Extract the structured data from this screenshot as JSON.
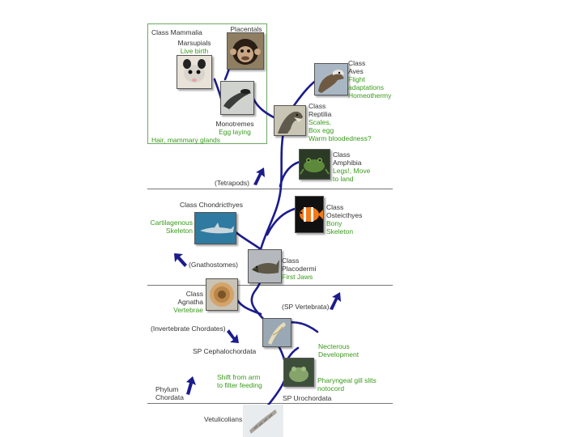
{
  "mammalia": {
    "title": "Class Mammalia",
    "placentals": "Placentals",
    "marsupials": "Marsupials",
    "marsupials_trait": "Live birth",
    "monotremes": "Monotremes",
    "monotremes_trait": "Egg laying",
    "traits": "Hair, mammary glands"
  },
  "aves": {
    "l1": "Class",
    "l2": "Aves",
    "t1": "Flight",
    "t2": "adaptations",
    "t3": "Homeothermy"
  },
  "reptilia": {
    "l1": "Class",
    "l2": "Reptilia",
    "t1": "Scales,",
    "t2": "Box egg",
    "t3": "Warm bloodedness?"
  },
  "amphibia": {
    "l1": "Class",
    "l2": "Amphibia",
    "t1": "Legs!, Move",
    "t2": "to land"
  },
  "tetrapods": "(Tetrapods)",
  "chondrichthyes": {
    "title": "Class Chondricthyes",
    "t1": "Cartilagenous",
    "t2": "Skeleton"
  },
  "osteichthyes": {
    "l1": "Class",
    "l2": "Osteicthyes",
    "t1": "Bony",
    "t2": "Skeleton"
  },
  "gnathostomes": "(Gnathostomes)",
  "placodermi": {
    "l1": "Class",
    "l2": "Placodermi",
    "t1": "First Jaws"
  },
  "agnatha": {
    "l1": "Class",
    "l2": "Agnatha",
    "t1": "Vertebrae"
  },
  "sp_vertebrata": "(SP Vertebrata)",
  "invertebrate": "(Invertebrate Chordates)",
  "cephalochordata": "SP Cephalochordata",
  "necterous": {
    "t1": "Necterous",
    "t2": "Development"
  },
  "shift": {
    "t1": "Shift from arm",
    "t2": "to filter feeding"
  },
  "pharyngeal": {
    "t1": "Pharyngeal gill slits",
    "t2": "notocord"
  },
  "phylum": {
    "l1": "Phylum",
    "l2": "Chordata"
  },
  "urochordata": "SP Urochordata",
  "vetulicolians": "Vetulicolians",
  "colors": {
    "branch": "#1c1c8c",
    "trait": "#3a9a1c",
    "frame": "#6bab5f"
  }
}
